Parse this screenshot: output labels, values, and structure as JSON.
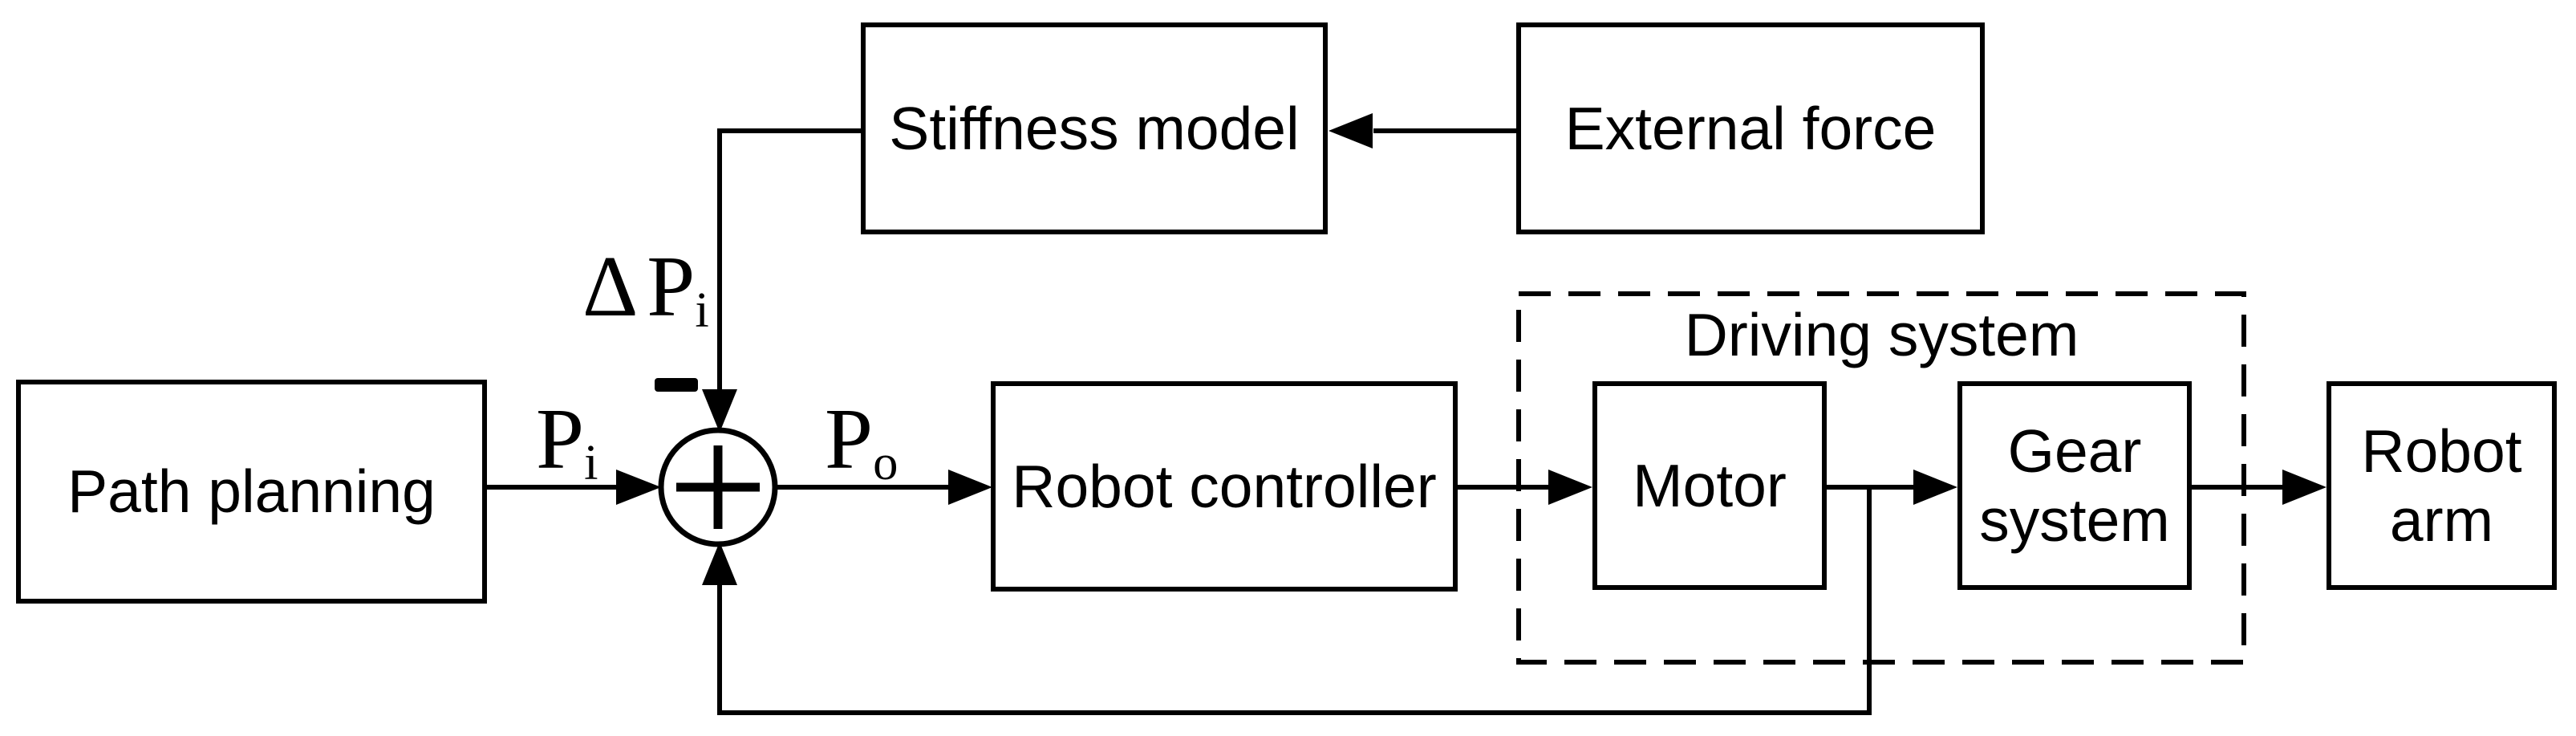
{
  "diagram": {
    "boxes": {
      "path_planning": {
        "label": "Path planning"
      },
      "stiffness_model": {
        "label": "Stiffness model"
      },
      "external_force": {
        "label": "External force"
      },
      "robot_controller": {
        "label": "Robot controller"
      },
      "motor": {
        "label": "Motor"
      },
      "gear_system": {
        "label": "Gear system"
      },
      "robot_arm": {
        "label": "Robot arm"
      },
      "driving_system": {
        "label": "Driving system"
      }
    },
    "signals": {
      "input": {
        "base": "P",
        "sub": "i"
      },
      "output": {
        "base": "P",
        "sub": "o"
      },
      "delta": {
        "prefix": "Δ",
        "base": "P",
        "sub": "i"
      },
      "minus": "−"
    },
    "summing_junction": {
      "symbol": "+"
    },
    "colors": {
      "line": "#000000",
      "background": "#ffffff"
    }
  }
}
